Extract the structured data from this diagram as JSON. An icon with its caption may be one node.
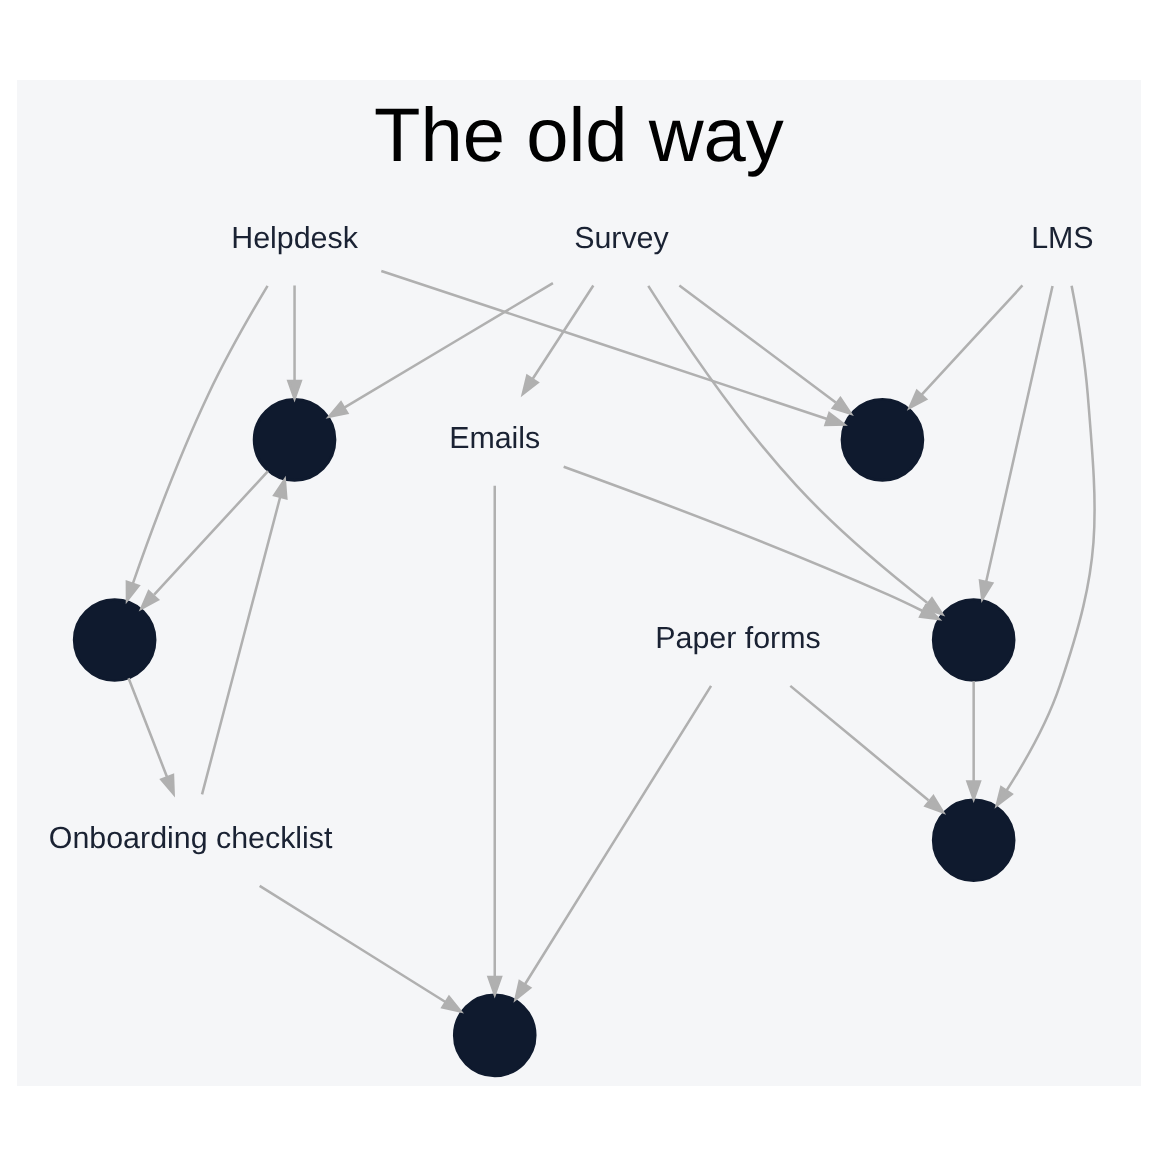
{
  "diagram": {
    "title": "The old way",
    "nodes": [
      {
        "text": [],
        "shape": "person"
      },
      {
        "text": [
          "Paper forms"
        ]
      },
      {
        "text": [
          "Onboarding checklist"
        ]
      },
      {
        "text": [],
        "shape": "person"
      },
      {
        "text": [
          "Emails"
        ]
      },
      {
        "text": [],
        "shape": "person"
      },
      {
        "text": [],
        "shape": "person"
      },
      {
        "text": [],
        "shape": "person"
      },
      {
        "text": [
          "Survey"
        ]
      },
      {
        "text": [
          "Helpdesk"
        ]
      },
      {
        "text": [
          "LMS"
        ]
      },
      {
        "text": [],
        "shape": "person"
      }
    ],
    "edges": [
      {
        "from": 1,
        "to": 0,
        "arrow": "to"
      },
      {
        "from": 1,
        "to": 5,
        "arrow": "to"
      },
      {
        "from": 2,
        "to": 0,
        "arrow": "to"
      },
      {
        "from": 3,
        "to": 2,
        "arrow": "to"
      },
      {
        "from": 2,
        "to": 7,
        "arrow": "to"
      },
      {
        "from": 7,
        "to": 3,
        "arrow": "to"
      },
      {
        "from": 4,
        "to": 0,
        "arrow": "to"
      },
      {
        "from": 4,
        "to": 6,
        "arrow": "to"
      },
      {
        "from": 6,
        "to": 5,
        "arrow": "to"
      },
      {
        "from": 8,
        "to": 4,
        "arrow": "to"
      },
      {
        "from": 8,
        "to": 6,
        "arrow": "to"
      },
      {
        "from": 8,
        "to": 7,
        "arrow": "to"
      },
      {
        "from": 8,
        "to": 11,
        "arrow": "to"
      },
      {
        "from": 9,
        "to": 7,
        "arrow": "to"
      },
      {
        "from": 9,
        "to": 3,
        "arrow": "to"
      },
      {
        "from": 9,
        "to": 11,
        "arrow": "to"
      },
      {
        "from": 10,
        "to": 5,
        "arrow": "to"
      },
      {
        "from": 10,
        "to": 6,
        "arrow": "to"
      },
      {
        "from": 10,
        "to": 11,
        "arrow": "to"
      }
    ]
  }
}
